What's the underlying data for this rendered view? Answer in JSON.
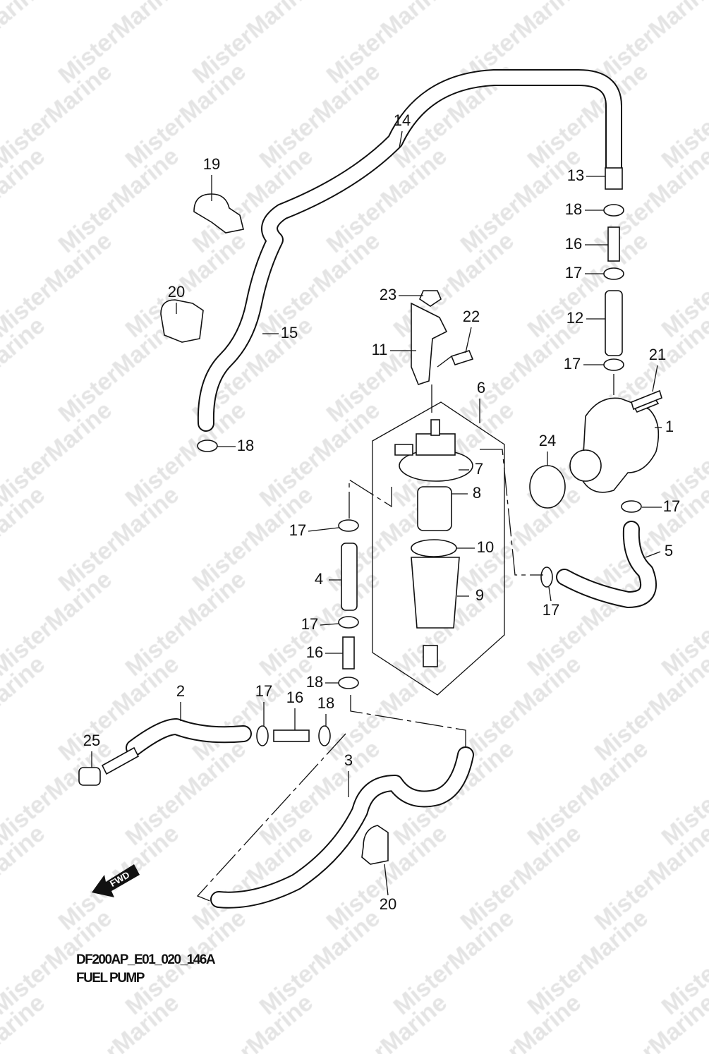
{
  "watermark": "MisterMarine",
  "diagram": {
    "code": "DF200AP_E01_020_146A",
    "title": "FUEL PUMP",
    "fwd_label": "FWD"
  },
  "callouts": [
    "14",
    "19",
    "13",
    "18",
    "16",
    "17",
    "23",
    "12",
    "22",
    "20",
    "15",
    "11",
    "21",
    "17",
    "6",
    "1",
    "24",
    "18",
    "7",
    "8",
    "17",
    "17",
    "10",
    "5",
    "4",
    "9",
    "17",
    "17",
    "16",
    "18",
    "2",
    "17",
    "16",
    "18",
    "25",
    "3",
    "20"
  ]
}
